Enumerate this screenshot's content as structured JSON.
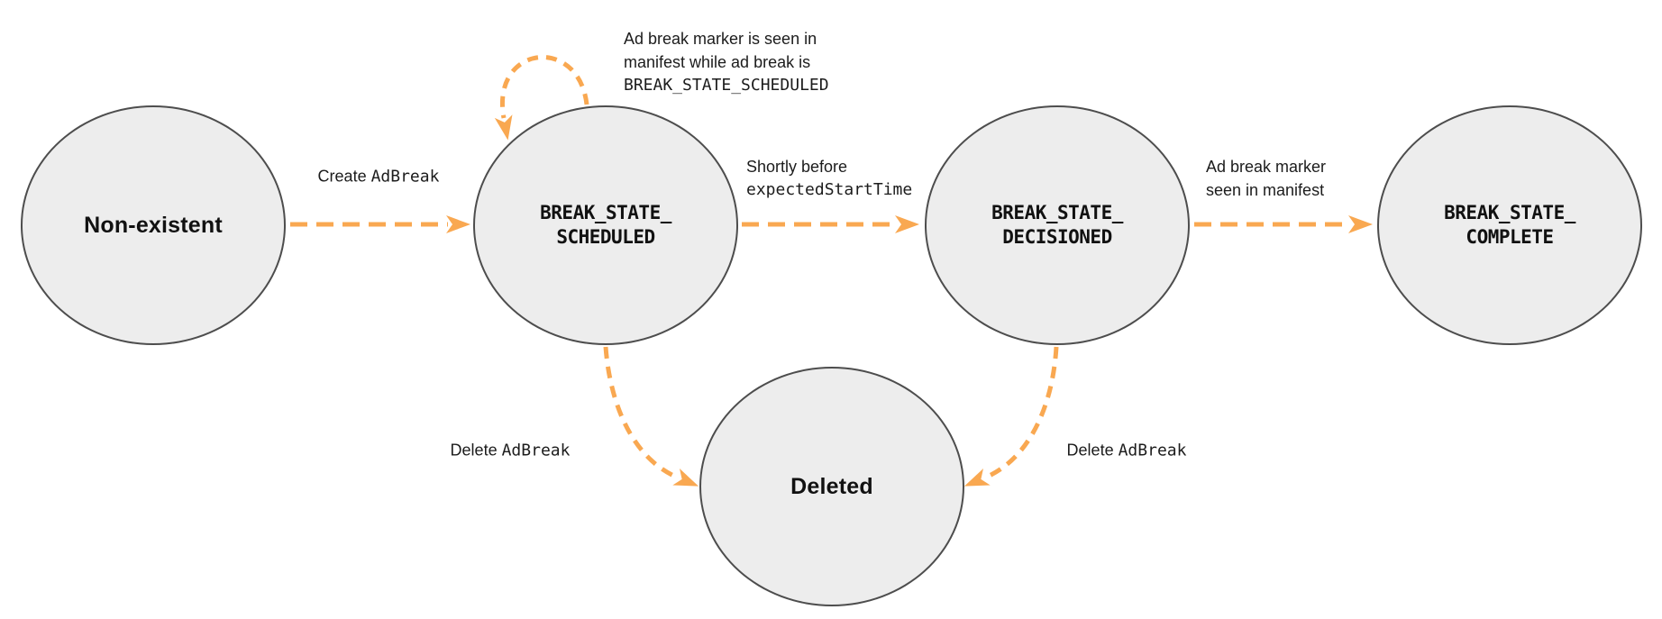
{
  "colors": {
    "arrow": "#F9A851",
    "state_fill": "#EDEDED",
    "state_border": "#4D4D4D",
    "text": "#1C1C1C"
  },
  "diagram": {
    "states": [
      {
        "id": "non-existent",
        "label": "Non-existent"
      },
      {
        "id": "break-state-scheduled",
        "lines": [
          "BREAK_STATE_",
          "SCHEDULED"
        ]
      },
      {
        "id": "break-state-decisioned",
        "lines": [
          "BREAK_STATE_",
          "DECISIONED"
        ]
      },
      {
        "id": "break-state-complete",
        "lines": [
          "BREAK_STATE_",
          "COMPLETE"
        ]
      },
      {
        "id": "deleted",
        "label": "Deleted"
      }
    ],
    "transitions": [
      {
        "from": "non-existent",
        "to": "break-state-scheduled",
        "label_text": "Create ",
        "label_code": "AdBreak"
      },
      {
        "from": "break-state-scheduled",
        "to": "break-state-scheduled",
        "label_line1": "Ad break marker is seen in",
        "label_line2": "manifest while ad break is",
        "label_code": "BREAK_STATE_SCHEDULED"
      },
      {
        "from": "break-state-scheduled",
        "to": "break-state-decisioned",
        "label_line1": "Shortly before",
        "label_code": "expectedStartTime"
      },
      {
        "from": "break-state-decisioned",
        "to": "break-state-complete",
        "label_line1": "Ad break marker",
        "label_line2": "seen in manifest"
      },
      {
        "from": "break-state-scheduled",
        "to": "deleted",
        "label_text": "Delete ",
        "label_code": "AdBreak"
      },
      {
        "from": "break-state-decisioned",
        "to": "deleted",
        "label_text": "Delete ",
        "label_code": "AdBreak"
      }
    ]
  }
}
